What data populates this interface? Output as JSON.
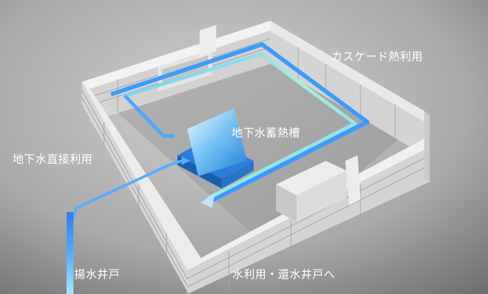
{
  "labels": {
    "cascade": "カスケード熱利用",
    "storage_tank": "地下水蓄熱槽",
    "direct_use": "地下水直接利用",
    "pumping_well": "揚水井戸",
    "return_well": "水利用・還水井戸へ"
  },
  "colors": {
    "background_light": "#d0d0d0",
    "background_dark": "#6f6f6f",
    "floor": "#a7a7a7",
    "wall_face": "#dcdcdc",
    "wall_top": "#f4f4f4",
    "wall_line": "#9a9a9a",
    "pipe_blue": "#2f8cff",
    "pipe_light_blue": "#7cc4ff",
    "pipe_green": "#9ff0d6",
    "tank_light": "#eaf6ff",
    "tank_dark": "#1e88e5",
    "label_text": "#ffffff"
  },
  "icons": [
    "building-icon",
    "tank-icon",
    "pipe-icon",
    "well-icon"
  ]
}
